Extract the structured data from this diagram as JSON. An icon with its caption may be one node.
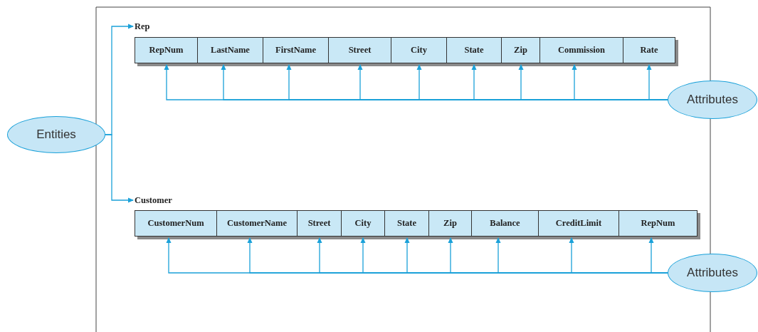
{
  "diagram": {
    "nodes": [
      {
        "text": [
          "Entities"
        ]
      },
      {
        "text": [
          "Rep"
        ]
      },
      {
        "text": [
          "RepNum"
        ]
      },
      {
        "text": [
          "LastName"
        ]
      },
      {
        "text": [
          "FirstName"
        ]
      },
      {
        "text": [
          "Street"
        ]
      },
      {
        "text": [
          "City"
        ]
      },
      {
        "text": [
          "State"
        ]
      },
      {
        "text": [
          "Zip"
        ]
      },
      {
        "text": [
          "Commission"
        ]
      },
      {
        "text": [
          "Rate"
        ]
      },
      {
        "text": [
          "Attributes"
        ]
      },
      {
        "text": [
          "Customer"
        ]
      },
      {
        "text": [
          "CustomerNum"
        ]
      },
      {
        "text": [
          "CustomerName"
        ]
      },
      {
        "text": [
          "Street"
        ]
      },
      {
        "text": [
          "City"
        ]
      },
      {
        "text": [
          "State"
        ]
      },
      {
        "text": [
          "Zip"
        ]
      },
      {
        "text": [
          "Balance"
        ]
      },
      {
        "text": [
          "CreditLimit"
        ]
      },
      {
        "text": [
          "RepNum"
        ]
      },
      {
        "text": [
          "Attributes"
        ]
      }
    ],
    "edges": [
      {
        "from": 0,
        "to": 1,
        "arrow": "to"
      },
      {
        "from": 0,
        "to": 12,
        "arrow": "to"
      },
      {
        "from": 11,
        "to": 2,
        "arrow": "to"
      },
      {
        "from": 11,
        "to": 3,
        "arrow": "to"
      },
      {
        "from": 11,
        "to": 4,
        "arrow": "to"
      },
      {
        "from": 11,
        "to": 5,
        "arrow": "to"
      },
      {
        "from": 11,
        "to": 6,
        "arrow": "to"
      },
      {
        "from": 11,
        "to": 7,
        "arrow": "to"
      },
      {
        "from": 11,
        "to": 8,
        "arrow": "to"
      },
      {
        "from": 11,
        "to": 9,
        "arrow": "to"
      },
      {
        "from": 11,
        "to": 10,
        "arrow": "to"
      },
      {
        "from": 22,
        "to": 13,
        "arrow": "to"
      },
      {
        "from": 22,
        "to": 14,
        "arrow": "to"
      },
      {
        "from": 22,
        "to": 15,
        "arrow": "to"
      },
      {
        "from": 22,
        "to": 16,
        "arrow": "to"
      },
      {
        "from": 22,
        "to": 17,
        "arrow": "to"
      },
      {
        "from": 22,
        "to": 18,
        "arrow": "to"
      },
      {
        "from": 22,
        "to": 19,
        "arrow": "to"
      },
      {
        "from": 22,
        "to": 20,
        "arrow": "to"
      },
      {
        "from": 22,
        "to": 21,
        "arrow": "to"
      }
    ]
  }
}
